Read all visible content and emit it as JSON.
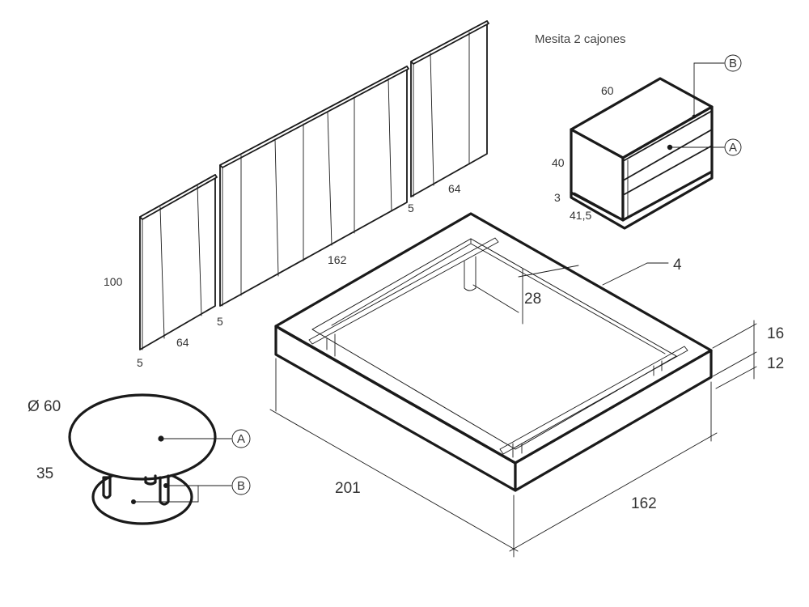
{
  "colors": {
    "line": "#1a1a1a",
    "text": "#333333",
    "rail": "#bdbdbd",
    "background": "#ffffff"
  },
  "nightstand": {
    "title": "Mesita 2 cajones",
    "width": "60",
    "height": "40",
    "base": "3",
    "depth": "41,5",
    "callout_a": "A",
    "callout_b": "B"
  },
  "headboard": {
    "height": "100",
    "panel_width": "64",
    "center_width": "162",
    "spacing_left": "5",
    "spacing_middle": "5",
    "spacing_right": "5",
    "panel_width_right": "64"
  },
  "bed": {
    "frame_thickness": "4",
    "leg_height": "28",
    "side_height": "16",
    "base_height": "12",
    "length": "201",
    "width": "162"
  },
  "table": {
    "diameter": "Ø 60",
    "height": "35",
    "callout_a": "A",
    "callout_b": "B"
  }
}
